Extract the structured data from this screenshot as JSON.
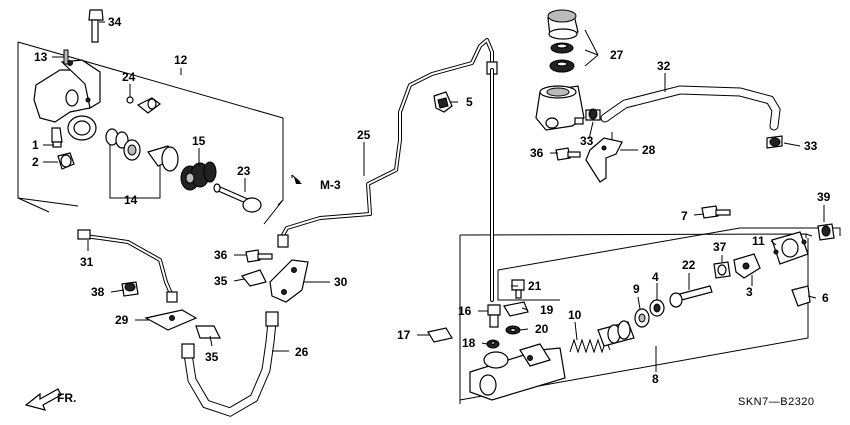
{
  "diagram": {
    "callouts": [
      "34",
      "13",
      "12",
      "24",
      "1",
      "2",
      "14",
      "15",
      "23",
      "25",
      "5",
      "27",
      "32",
      "33",
      "33",
      "36",
      "28",
      "31",
      "36",
      "35",
      "30",
      "38",
      "29",
      "35",
      "26",
      "7",
      "39",
      "11",
      "37",
      "22",
      "4",
      "9",
      "10",
      "21",
      "19",
      "16",
      "20",
      "17",
      "18",
      "8",
      "3",
      "6"
    ],
    "reference_label": "M-3",
    "front_label": "FR.",
    "diagram_code": "SKN7—B2320"
  }
}
